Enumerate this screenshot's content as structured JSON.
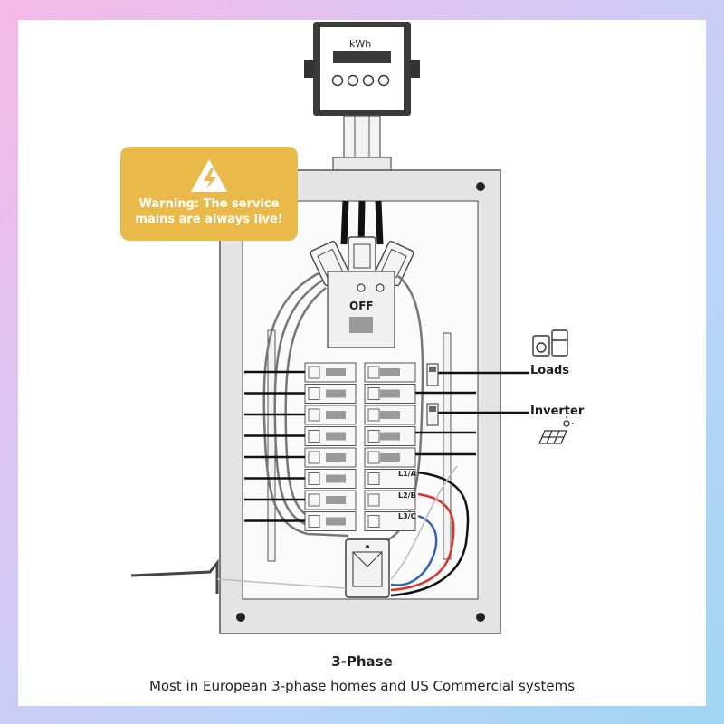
{
  "meter": {
    "unit_label": "kWh"
  },
  "warning": {
    "line1": "Warning: The service",
    "line2": "mains are always live!"
  },
  "main_switch": {
    "label": "OFF"
  },
  "phases": [
    "L1/A",
    "L2/B",
    "L3/C"
  ],
  "outputs": {
    "loads": "Loads",
    "inverter": "Inverter"
  },
  "caption": {
    "title": "3-Phase",
    "subtitle": "Most in European 3-phase homes and US Commercial systems"
  },
  "colors": {
    "warning_bg": "#e9b94a",
    "panel": "#e6e6e6",
    "red_wire": "#d9342b",
    "blue_wire": "#2f5fb8"
  }
}
